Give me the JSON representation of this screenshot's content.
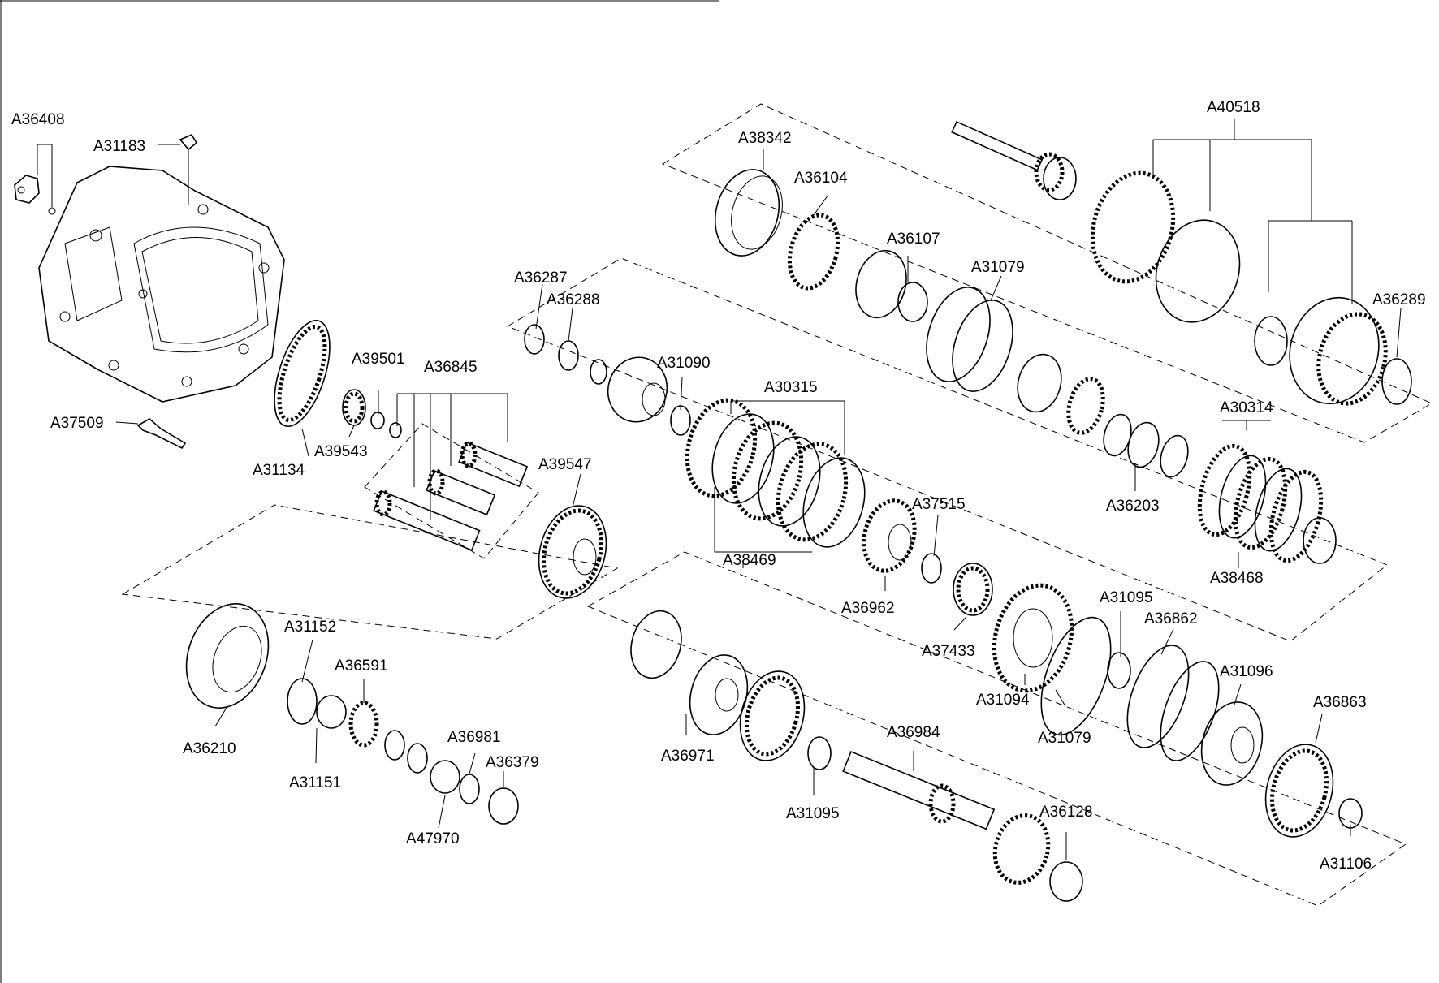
{
  "parts": [
    {
      "id": "A36408",
      "icon": "switch-icon"
    },
    {
      "id": "A31183",
      "icon": "sensor-icon"
    },
    {
      "id": "A37509",
      "icon": "lever-icon"
    },
    {
      "id": "A31134",
      "icon": "ring-icon"
    },
    {
      "id": "A39501",
      "icon": "washer-icon"
    },
    {
      "id": "A39543",
      "icon": "bearing-icon"
    },
    {
      "id": "A36845",
      "icon": "shaft-icon"
    },
    {
      "id": "A39547",
      "icon": "gear-icon"
    },
    {
      "id": "A36287",
      "icon": "snap-ring-icon"
    },
    {
      "id": "A36288",
      "icon": "washer-icon"
    },
    {
      "id": "A31090",
      "icon": "washer-icon"
    },
    {
      "id": "A30315",
      "icon": "clutch-disc-icon"
    },
    {
      "id": "A38469",
      "icon": "clutch-plate-icon"
    },
    {
      "id": "A38342",
      "icon": "drum-icon"
    },
    {
      "id": "A36104",
      "icon": "bearing-icon"
    },
    {
      "id": "A36107",
      "icon": "seal-icon"
    },
    {
      "id": "A31079",
      "icon": "snap-ring-icon"
    },
    {
      "id": "A40518",
      "icon": "ring-icon"
    },
    {
      "id": "A36289",
      "icon": "snap-ring-icon"
    },
    {
      "id": "A36203",
      "icon": "seal-icon"
    },
    {
      "id": "A30314",
      "icon": "clutch-disc-icon"
    },
    {
      "id": "A38468",
      "icon": "clutch-plate-icon"
    },
    {
      "id": "A37515",
      "icon": "washer-icon"
    },
    {
      "id": "A36962",
      "icon": "gear-icon"
    },
    {
      "id": "A37433",
      "icon": "bearing-icon"
    },
    {
      "id": "A31094",
      "icon": "gear-icon"
    },
    {
      "id": "A31095",
      "icon": "washer-icon"
    },
    {
      "id": "A36862",
      "icon": "seal-icon"
    },
    {
      "id": "A31096",
      "icon": "carrier-icon"
    },
    {
      "id": "A36863",
      "icon": "ring-gear-icon"
    },
    {
      "id": "A31106",
      "icon": "washer-icon"
    },
    {
      "id": "A36984",
      "icon": "shaft-icon"
    },
    {
      "id": "A36128",
      "icon": "gear-icon"
    },
    {
      "id": "A36971",
      "icon": "carrier-icon"
    },
    {
      "id": "A36210",
      "icon": "cover-icon"
    },
    {
      "id": "A31152",
      "icon": "snap-ring-icon"
    },
    {
      "id": "A31151",
      "icon": "bearing-icon"
    },
    {
      "id": "A36591",
      "icon": "bearing-icon"
    },
    {
      "id": "A36981",
      "icon": "snap-ring-icon"
    },
    {
      "id": "A36379",
      "icon": "seal-icon"
    },
    {
      "id": "A47970",
      "icon": "bearing-icon"
    }
  ],
  "labels": {
    "A36408": "A36408",
    "A31183": "A31183",
    "A37509": "A37509",
    "A31134": "A31134",
    "A39501": "A39501",
    "A39543": "A39543",
    "A36845": "A36845",
    "A39547": "A39547",
    "A36287": "A36287",
    "A36288": "A36288",
    "A31090": "A31090",
    "A30315": "A30315",
    "A38469": "A38469",
    "A38342": "A38342",
    "A36104": "A36104",
    "A36107": "A36107",
    "A31079": "A31079",
    "A40518": "A40518",
    "A36289": "A36289",
    "A36203": "A36203",
    "A30314": "A30314",
    "A38468": "A38468",
    "A37515": "A37515",
    "A36962": "A36962",
    "A37433": "A37433",
    "A31094": "A31094",
    "A31095": "A31095",
    "A36862": "A36862",
    "A31096": "A31096",
    "A36863": "A36863",
    "A31106": "A31106",
    "A36984": "A36984",
    "A36128": "A36128",
    "A36971": "A36971",
    "A36210": "A36210",
    "A31152": "A31152",
    "A31151": "A31151",
    "A36591": "A36591",
    "A36981": "A36981",
    "A36379": "A36379",
    "A47970": "A47970"
  }
}
